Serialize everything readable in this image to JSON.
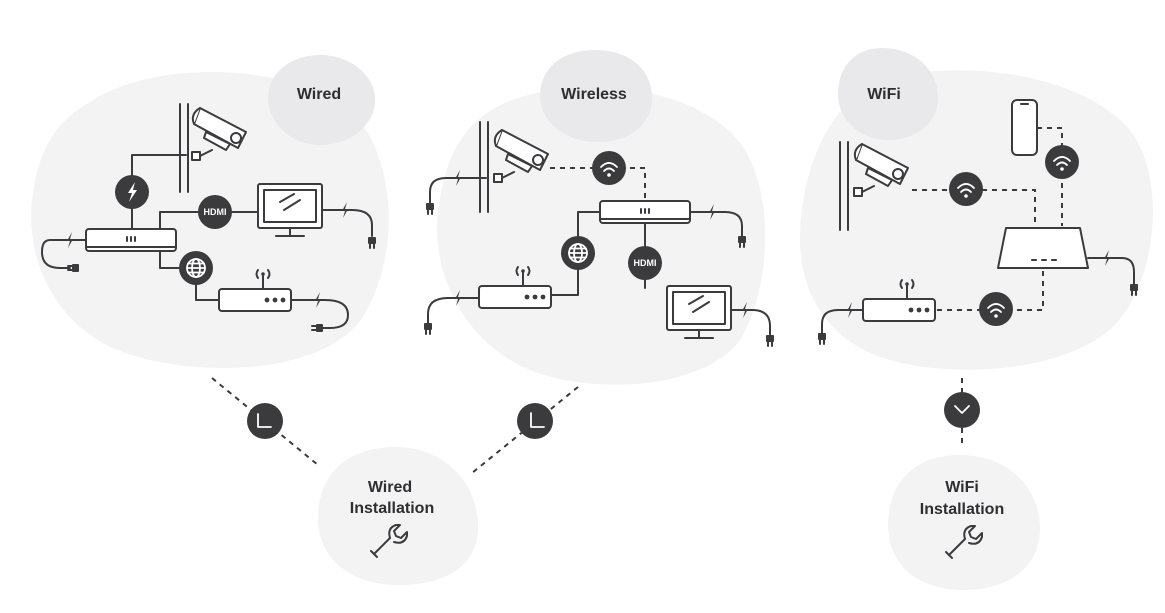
{
  "groups": {
    "wired": {
      "title": "Wired"
    },
    "wireless": {
      "title": "Wireless"
    },
    "wifi": {
      "title": "WiFi"
    }
  },
  "installations": {
    "wired": {
      "line1": "Wired",
      "line2": "Installation"
    },
    "wifi": {
      "line1": "WiFi",
      "line2": "Installation"
    }
  },
  "chips": {
    "hdmi": "HDMI"
  },
  "icons": {
    "camera": "security-camera-icon",
    "power": "lightning-bolt-icon",
    "network": "globe-icon",
    "wireless": "wifi-icon",
    "router": "router-icon",
    "nvr": "recorder-icon",
    "monitor": "monitor-icon",
    "phone": "smartphone-icon",
    "plug": "plug-icon",
    "tool": "wrench-icon",
    "arrow": "chevron-icon"
  },
  "colors": {
    "ink": "#3b3b3e",
    "blob": "#f3f3f4",
    "blob_accent": "#e9e9eb",
    "background": "#ffffff"
  }
}
